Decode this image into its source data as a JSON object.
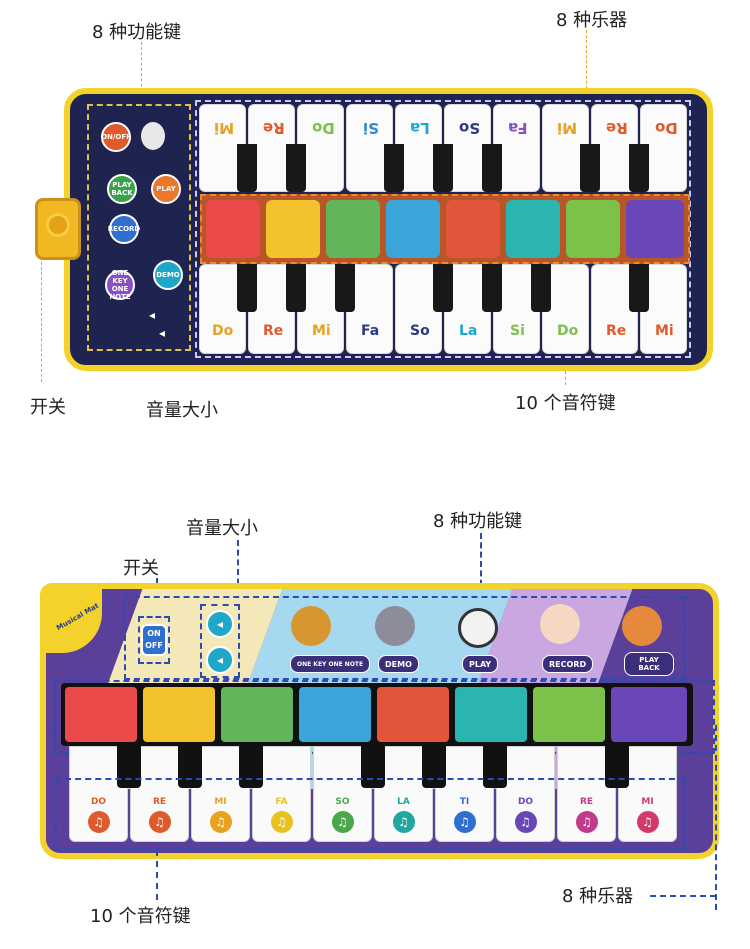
{
  "top": {
    "callouts": {
      "function_keys": "8 种功能键",
      "instruments": "8 种乐器",
      "power": "开关",
      "volume": "音量大小",
      "note_keys": "10 个音符键"
    },
    "top_notes": [
      "Mi",
      "Re",
      "Do",
      "Si",
      "La",
      "So",
      "Fa",
      "Mi",
      "Re",
      "Do"
    ],
    "bottom_notes": [
      "Do",
      "Re",
      "Mi",
      "Fa",
      "So",
      "La",
      "Si",
      "Do",
      "Re",
      "Mi"
    ],
    "function_buttons": [
      "ON/OFF",
      "PLAY BACK",
      "PLAY",
      "RECORD",
      "ONE KEY ONE NOTE",
      "DEMO"
    ]
  },
  "bottom": {
    "callouts": {
      "volume": "音量大小",
      "function_keys": "8 种功能键",
      "power": "开关",
      "note_keys": "10 个音符键",
      "instruments": "8 种乐器"
    },
    "brand": "Musical Mat",
    "power_button": "ON OFF",
    "function_buttons": [
      "ONE KEY ONE NOTE",
      "DEMO",
      "PLAY",
      "RECORD",
      "PLAY BACK"
    ],
    "notes": [
      "DO",
      "RE",
      "MI",
      "FA",
      "SO",
      "LA",
      "TI",
      "DO",
      "RE",
      "MI"
    ],
    "note_symbol": "♫"
  },
  "colors": {
    "yellow_border": "#f3d32b",
    "navy": "#1f2350",
    "purple": "#5a3f9b",
    "callout_blue": "#2b4bb0",
    "callout_orange": "#f08a2a"
  }
}
